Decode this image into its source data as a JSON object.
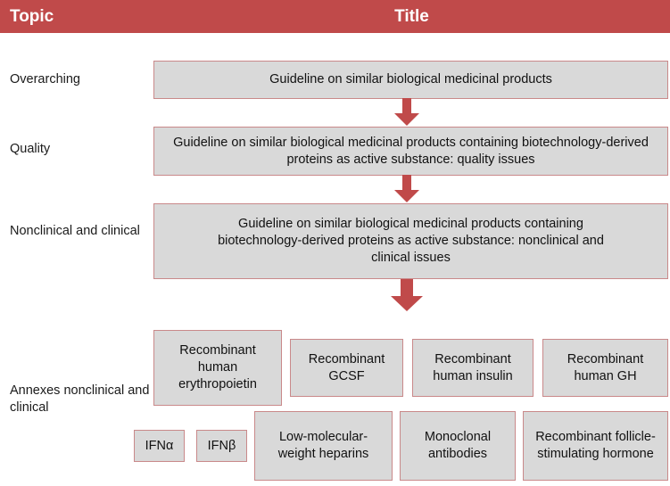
{
  "header": {
    "topic_label": "Topic",
    "title_label": "Title",
    "background_color": "#c04a4a",
    "text_color": "#ffffff"
  },
  "palette": {
    "box_fill": "#d9d9d9",
    "box_border": "#c9898a",
    "arrow_color": "#c04a4a",
    "page_background": "#ffffff",
    "text": "#111111"
  },
  "rows": [
    {
      "topic": "Overarching",
      "title": "Guideline on similar biological medicinal products"
    },
    {
      "topic": "Quality",
      "title": "Guideline on similar biological medicinal products containing biotechnology-derived proteins as active substance: quality issues"
    },
    {
      "topic": "Nonclinical and clinical",
      "title": "Guideline on similar biological medicinal products containing biotechnology-derived proteins as active substance: nonclinical and clinical issues"
    },
    {
      "topic": "Annexes nonclinical and clinical",
      "title": ""
    }
  ],
  "annexes": {
    "row1": [
      {
        "label": "Recombinant human erythropoietin"
      },
      {
        "label": "Recombinant GCSF"
      },
      {
        "label": "Recombinant human insulin"
      },
      {
        "label": "Recombinant human GH"
      }
    ],
    "row2": [
      {
        "label": "IFNα"
      },
      {
        "label": "IFNβ"
      },
      {
        "label": "Low-molecular-weight heparins"
      },
      {
        "label": "Monoclonal antibodies"
      },
      {
        "label": "Recombinant follicle-stimulating hormone"
      }
    ]
  },
  "arrows": [
    {
      "name": "arrow-overarching-to-quality"
    },
    {
      "name": "arrow-quality-to-nonclinical"
    },
    {
      "name": "arrow-nonclinical-to-annexes"
    }
  ]
}
